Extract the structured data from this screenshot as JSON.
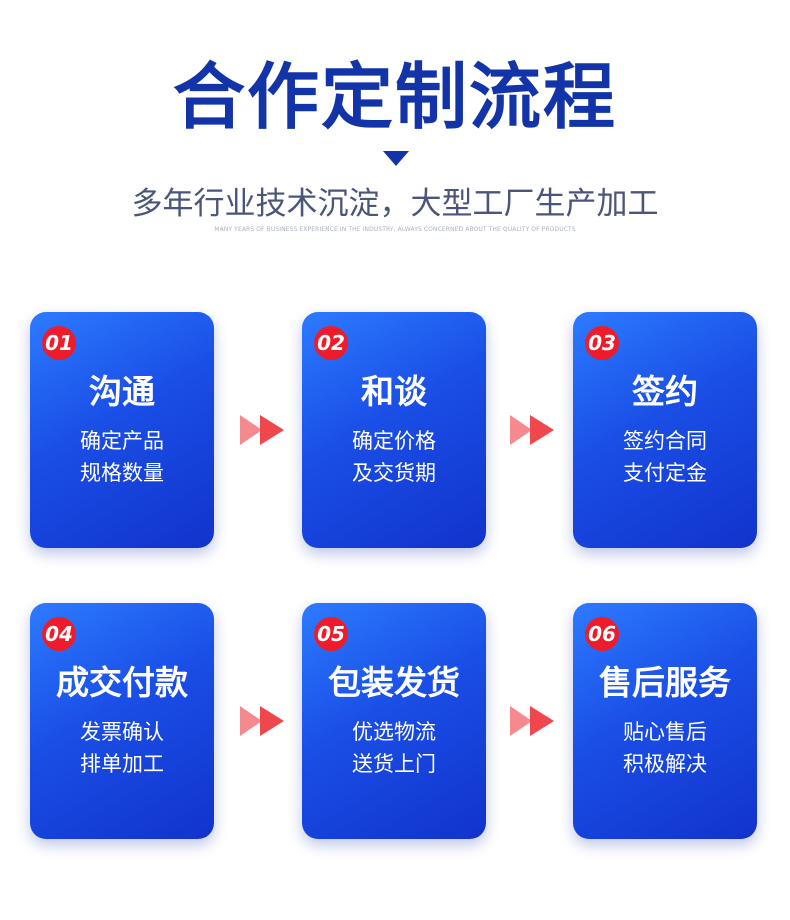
{
  "header": {
    "title": "合作定制流程",
    "subtitle": "多年行业技术沉淀，大型工厂生产加工",
    "subtitle_en": "MANY YEARS OF BUSINESS EXPERIENCE IN THE INDUSTRY, ALWAYS CONCERNED ABOUT THE QUALITY OF PRODUCTS"
  },
  "steps": [
    {
      "num": "01",
      "title": "沟通",
      "line1": "确定产品",
      "line2": "规格数量"
    },
    {
      "num": "02",
      "title": "和谈",
      "line1": "确定价格",
      "line2": "及交货期"
    },
    {
      "num": "03",
      "title": "签约",
      "line1": "签约合同",
      "line2": "支付定金"
    },
    {
      "num": "04",
      "title": "成交付款",
      "line1": "发票确认",
      "line2": "排单加工"
    },
    {
      "num": "05",
      "title": "包装发货",
      "line1": "优选物流",
      "line2": "送货上门"
    },
    {
      "num": "06",
      "title": "售后服务",
      "line1": "贴心售后",
      "line2": "积极解决"
    }
  ],
  "colors": {
    "title": "#1334a8",
    "card_blue": "#1a4ee6",
    "badge_red": "#ee1c2a",
    "arrow_red": "#f0595f"
  }
}
